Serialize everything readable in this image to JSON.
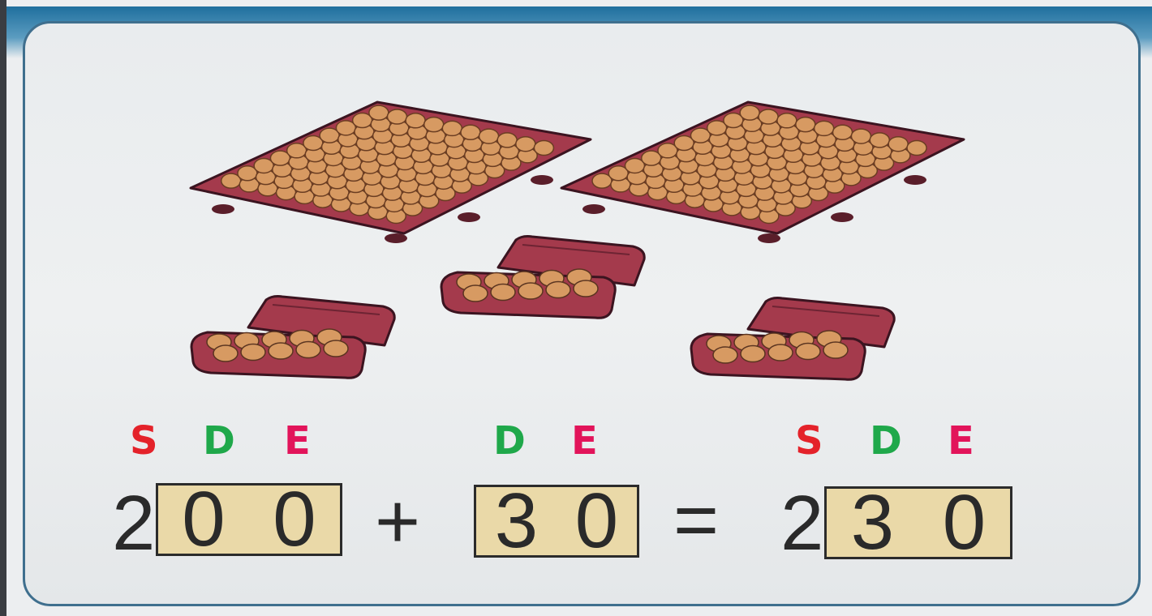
{
  "groups": [
    {
      "letters": [
        {
          "text": "S",
          "color": "#e4222a"
        },
        {
          "text": "D",
          "color": "#1fa84a"
        },
        {
          "text": "E",
          "color": "#e2145a"
        }
      ]
    },
    {
      "letters": [
        {
          "text": "D",
          "color": "#1fa84a"
        },
        {
          "text": "E",
          "color": "#e2145a"
        }
      ]
    },
    {
      "letters": [
        {
          "text": "S",
          "color": "#e4222a"
        },
        {
          "text": "D",
          "color": "#1fa84a"
        },
        {
          "text": "E",
          "color": "#e2145a"
        }
      ]
    }
  ],
  "equation": {
    "term1": {
      "lead": "2",
      "boxed": [
        "0",
        "0"
      ]
    },
    "plus": "+",
    "term2": {
      "boxed": [
        "3",
        "0"
      ]
    },
    "equals": "=",
    "result": {
      "lead": "2",
      "boxed": [
        "3",
        "0"
      ]
    }
  },
  "illustration": {
    "large_trays": 2,
    "egg_cartons": 3,
    "tray_color": "#a43a4c",
    "egg_color": "#d79a62"
  }
}
